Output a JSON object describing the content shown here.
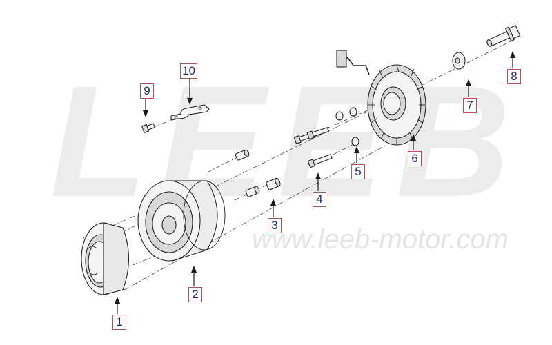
{
  "watermark": {
    "brand": "LEEB",
    "url": "www.leeb-motor.com"
  },
  "callouts": [
    {
      "number": "1"
    },
    {
      "number": "2"
    },
    {
      "number": "3"
    },
    {
      "number": "4"
    },
    {
      "number": "5"
    },
    {
      "number": "6"
    },
    {
      "number": "7"
    },
    {
      "number": "8"
    },
    {
      "number": "9"
    },
    {
      "number": "10"
    }
  ],
  "colors": {
    "callout_border": "#b05058",
    "callout_text": "#2a2a7a",
    "watermark": "#ececec"
  }
}
